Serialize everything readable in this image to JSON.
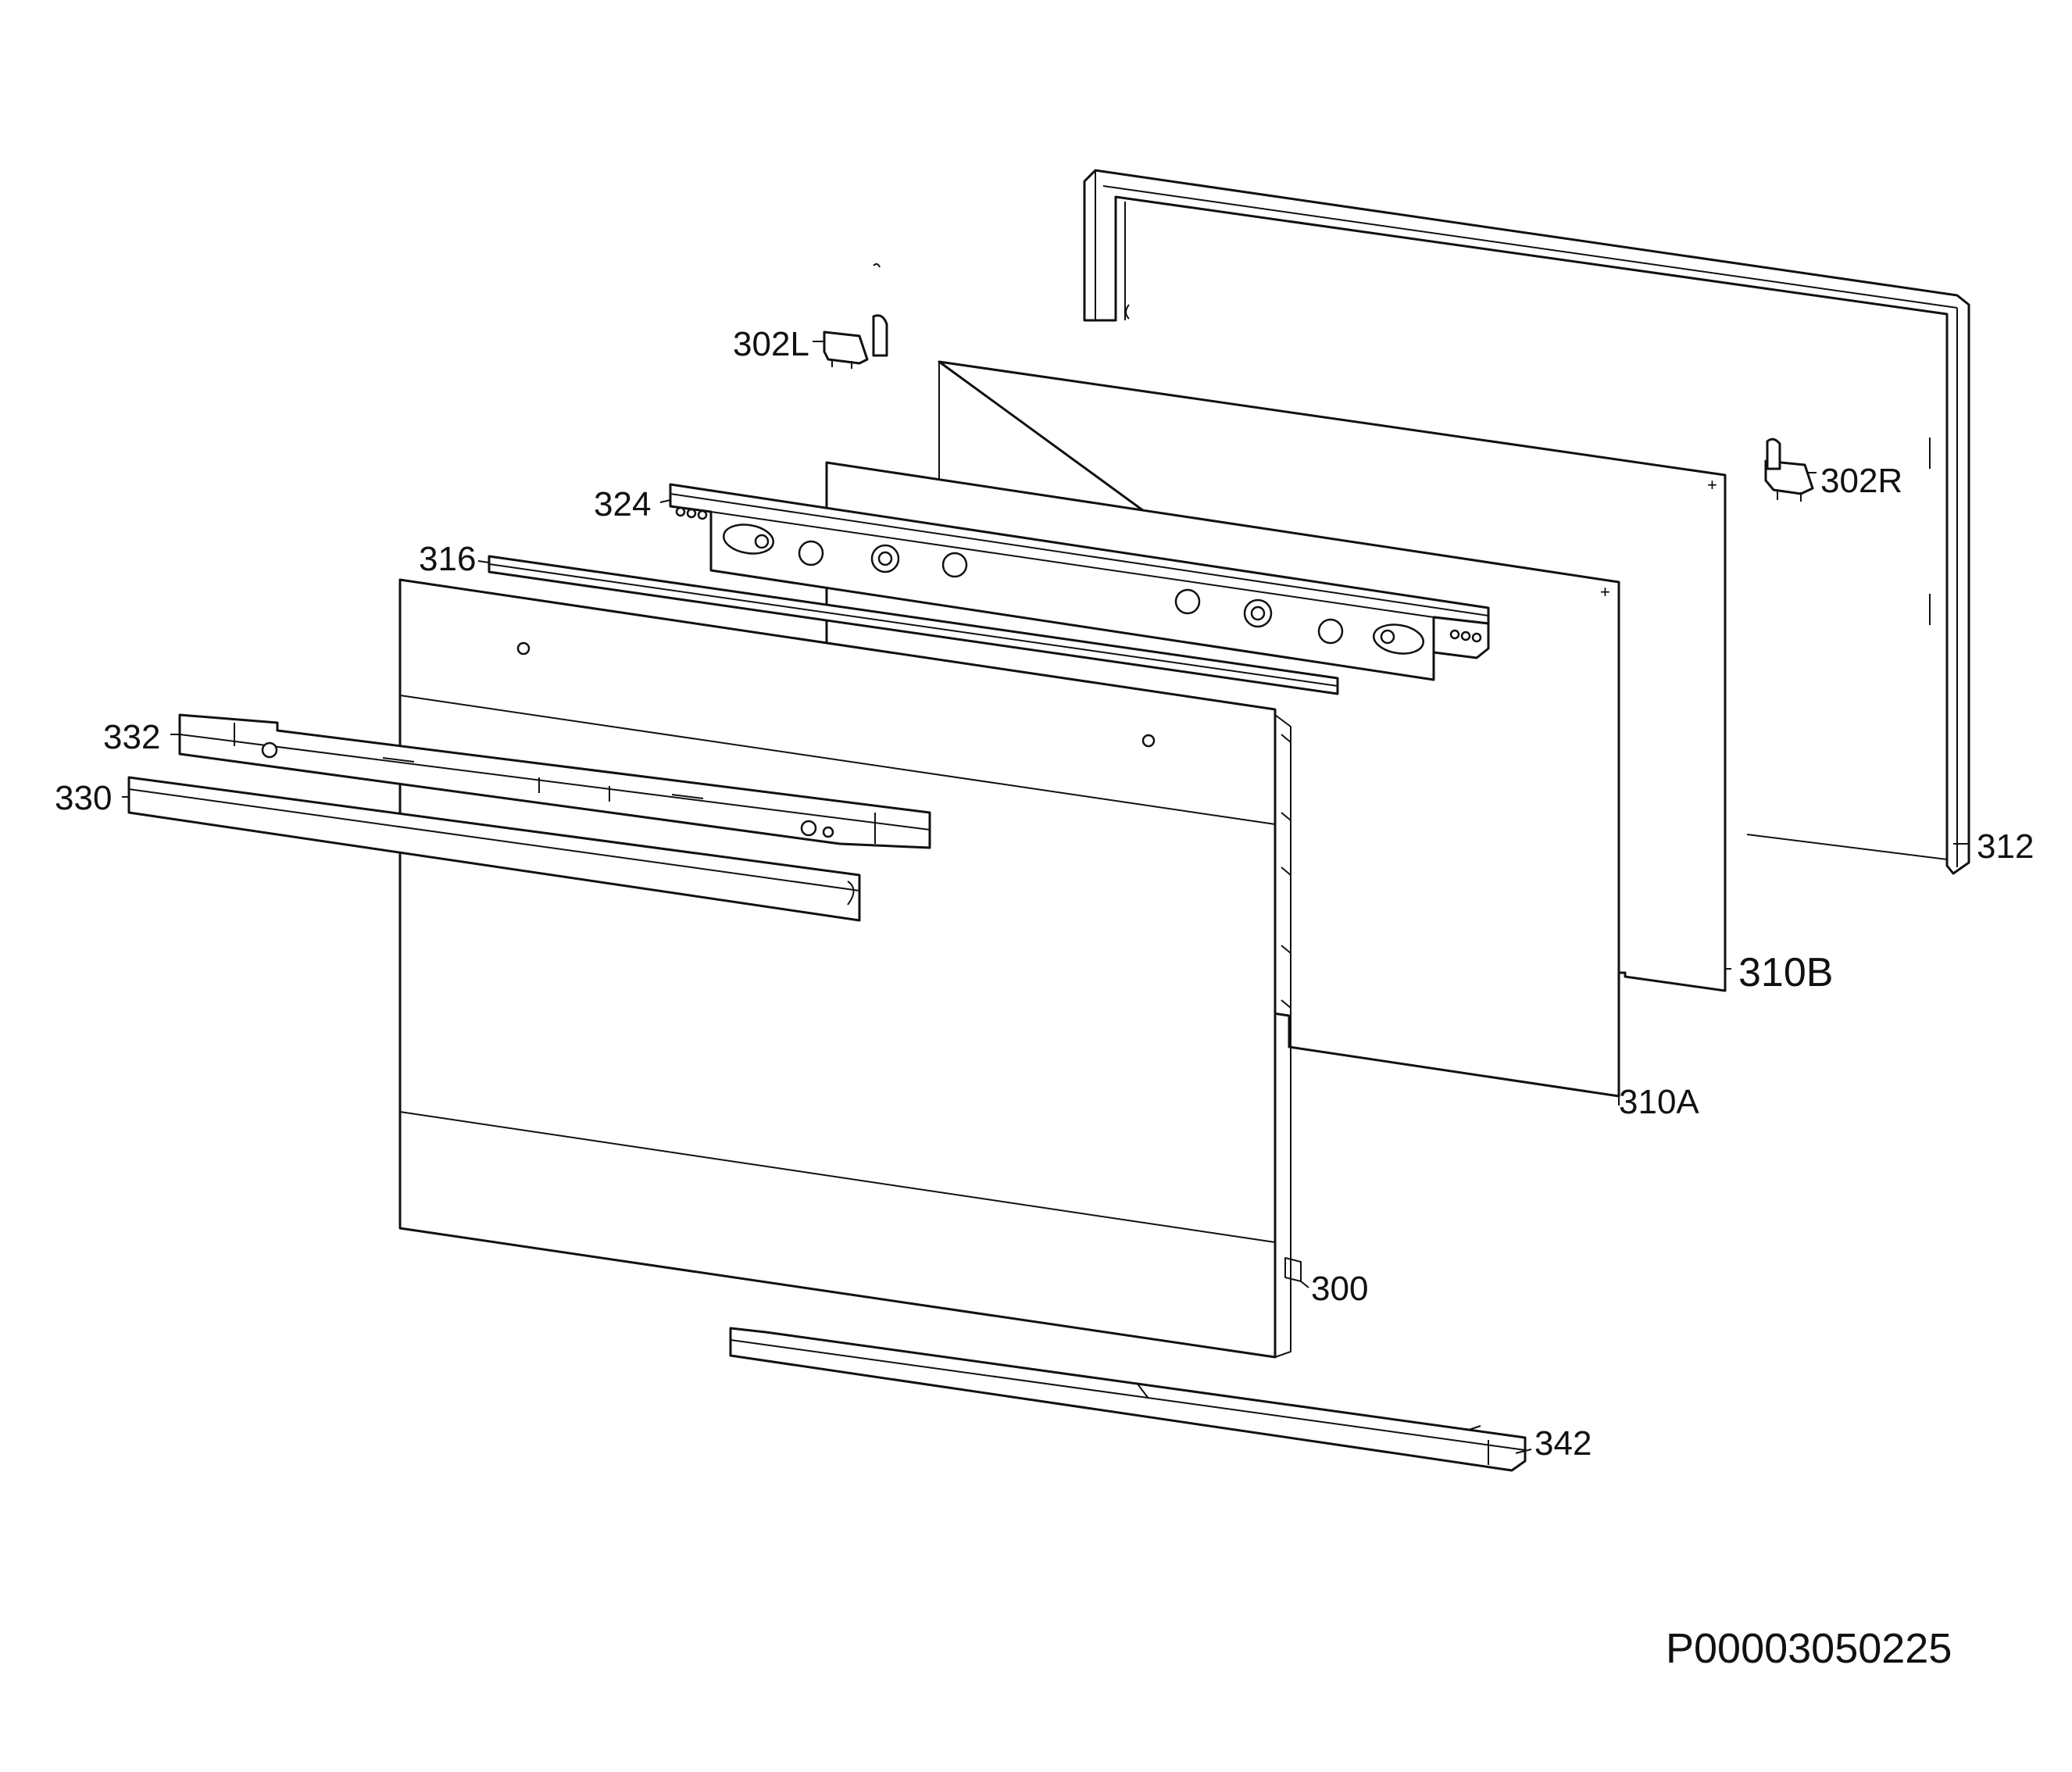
{
  "callouts": {
    "p302L": "302L",
    "p302R": "302R",
    "p324": "324",
    "p316": "316",
    "p332": "332",
    "p330": "330",
    "p312": "312",
    "p310B": "310B",
    "p310A": "310A",
    "p300": "300",
    "p342": "342"
  },
  "document_id": "P00003050225"
}
